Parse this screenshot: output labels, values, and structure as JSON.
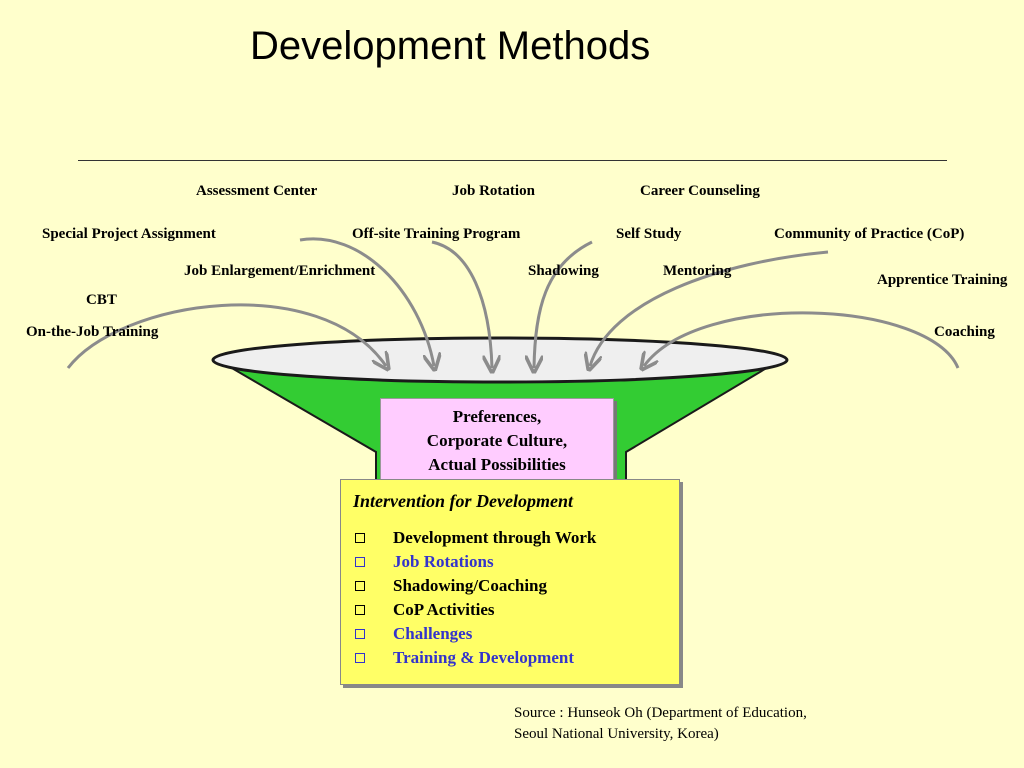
{
  "title": "Development Methods",
  "methods": [
    {
      "id": "assessment-center",
      "label": "Assessment Center"
    },
    {
      "id": "job-rotation",
      "label": "Job Rotation"
    },
    {
      "id": "career-counseling",
      "label": "Career Counseling"
    },
    {
      "id": "special-project-assignment",
      "label": "Special Project Assignment"
    },
    {
      "id": "off-site-training-program",
      "label": "Off-site Training Program"
    },
    {
      "id": "self-study",
      "label": "Self Study"
    },
    {
      "id": "community-of-practice",
      "label": "Community of Practice (CoP)"
    },
    {
      "id": "job-enlargement",
      "label": "Job Enlargement/Enrichment"
    },
    {
      "id": "shadowing",
      "label": "Shadowing"
    },
    {
      "id": "mentoring",
      "label": "Mentoring"
    },
    {
      "id": "apprentice-training",
      "label": "Apprentice Training"
    },
    {
      "id": "cbt",
      "label": "CBT"
    },
    {
      "id": "on-the-job-training",
      "label": "On-the-Job Training"
    },
    {
      "id": "coaching",
      "label": "Coaching"
    }
  ],
  "filter": {
    "lines": [
      "Preferences,",
      "Corporate Culture,",
      "Actual Possibilities"
    ]
  },
  "intervention": {
    "title": "Intervention for Development",
    "items": [
      {
        "label": "Development through Work"
      },
      {
        "label": "Job Rotations"
      },
      {
        "label": "Shadowing/Coaching"
      },
      {
        "label": "CoP Activities"
      },
      {
        "label": "Challenges"
      },
      {
        "label": "Training & Development"
      }
    ]
  },
  "source": {
    "line1": "Source : Hunseok Oh (Department of Education,",
    "line2": "Seoul National University, Korea)"
  },
  "colors": {
    "background": "#FFFFCC",
    "funnel_green": "#33CC33",
    "filter_pink": "#FFCCFF",
    "intervention_yellow": "#FFFF66",
    "item_black": "#000000",
    "item_blue": "#3333CC",
    "arrow_gray": "#8C8C8C"
  }
}
